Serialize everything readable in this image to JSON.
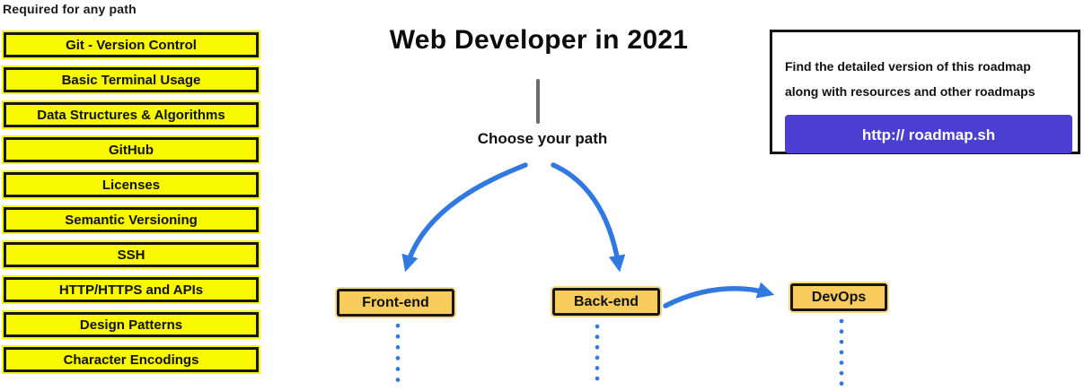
{
  "colors": {
    "topic_yellow": "#f8f801",
    "path_amber": "#f8cc5c",
    "arrow_blue": "#3079e1",
    "button_purple": "#4a3fd0",
    "stem_gray": "#6b6b6b",
    "border_black": "#161616"
  },
  "required_path": {
    "heading": "Required for any path",
    "items": [
      "Git - Version Control",
      "Basic Terminal Usage",
      "Data Structures & Algorithms",
      "GitHub",
      "Licenses",
      "Semantic Versioning",
      "SSH",
      "HTTP/HTTPS and APIs",
      "Design Patterns",
      "Character Encodings"
    ]
  },
  "center": {
    "title": "Web Developer in 2021",
    "choose_label": "Choose your path",
    "paths": [
      {
        "label": "Front-end"
      },
      {
        "label": "Back-end"
      },
      {
        "label": "DevOps"
      }
    ]
  },
  "info_panel": {
    "line1": "Find the detailed version of this roadmap",
    "line2": "along with resources and other roadmaps",
    "button_label": "http:// roadmap.sh"
  }
}
